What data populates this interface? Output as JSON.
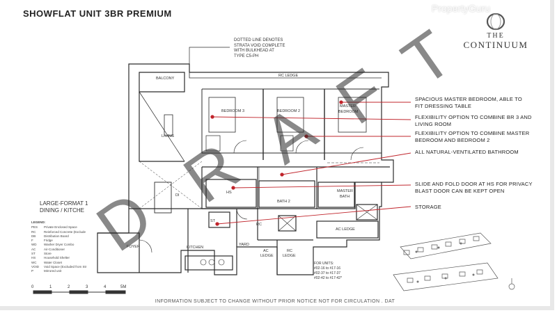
{
  "title": "SHOWFLAT UNIT 3BR PREMIUM",
  "logo": {
    "line1": "THE",
    "line2": "CONTINUUM"
  },
  "watermark": "PropertyGuru",
  "top_note": "DOTTED LINE DENOTES\nSTRATA VOID COMPLETE\nWITH BULKHEAD AT\nTYPE C5-PH",
  "annotations": [
    {
      "l1": "SPACIOUS MASTER BEDROOM, ABLE TO",
      "l2": "FIT DRESSING TABLE"
    },
    {
      "l1": "FLEXIBILITY OPTION TO COMBINE BR 3 AND",
      "l2": "LIVING ROOM"
    },
    {
      "l1": "FLEXIBILITY OPTION TO COMBINE MASTER",
      "l2": "BEDROOM AND BEDROOM 2"
    },
    {
      "l1": "ALL NATURAL-VENTILATED BATHROOM",
      "l2": ""
    },
    {
      "l1": "SLIDE AND FOLD DOOR AT HS FOR PRIVACY",
      "l2": "BLAST DOOR CAN BE KEPT OPEN"
    },
    {
      "l1": "STORAGE",
      "l2": ""
    }
  ],
  "side_label": {
    "l1": "LARGE-FORMAT 1",
    "l2": "DINING / KITCHE"
  },
  "rooms": {
    "balcony": "BALCONY",
    "living": "LIVING",
    "bedroom3": "BEDROOM 3",
    "bedroom2": "BEDROOM 2",
    "master_a": "MASTER",
    "master_b": "BEDROOM",
    "rc_ledge": "RC LEDGE",
    "hs": "HS",
    "bath2": "BATH 2",
    "master_bath_a": "MASTER",
    "master_bath_b": "BATH",
    "dining": "DI",
    "kitchen": "KITCHEN",
    "yard": "YARD",
    "foyer": "FOYER",
    "ac_ledge": "AC LEDGE",
    "ac": "AC",
    "ledge": "LEDGE",
    "rc": "RC",
    "st": "ST"
  },
  "legend": {
    "header": "LEGEND:",
    "items": [
      {
        "k": "PES",
        "v": "Private Enclosed Space"
      },
      {
        "k": "RC",
        "v": "Reinforced Concrete (Exclude"
      },
      {
        "k": "DB",
        "v": "Distribution Board"
      },
      {
        "k": "F",
        "v": "Fridge"
      },
      {
        "k": "WD",
        "v": "Washer Dryer Combo"
      },
      {
        "k": "AC",
        "v": "Air-Conditioner"
      },
      {
        "k": "ST",
        "v": "Store"
      },
      {
        "k": "HS",
        "v": "Household Shelter"
      },
      {
        "k": "WC",
        "v": "Water Closet"
      },
      {
        "k": "VOID",
        "v": "Void Space (Excluded from Str"
      },
      {
        "k": "P",
        "v": "Mirrored unit"
      }
    ]
  },
  "units": {
    "header": "FOR UNITS:",
    "rows": [
      "#02-16 to #17-16",
      "#02-37 to #17-37",
      "#02-42 to #17-42*"
    ]
  },
  "scale": [
    "0",
    "1",
    "2",
    "3",
    "4",
    "5M"
  ],
  "footer": "INFORMATION SUBJECT TO CHANGE WITHOUT PRIOR NOTICE  NOT FOR CIRCULATION . DAT",
  "draft_letters": [
    "D",
    "R",
    "A",
    "F",
    "T"
  ],
  "colors": {
    "line": "#2b2b2b",
    "accent": "#c0242b",
    "wall": "#333333"
  }
}
